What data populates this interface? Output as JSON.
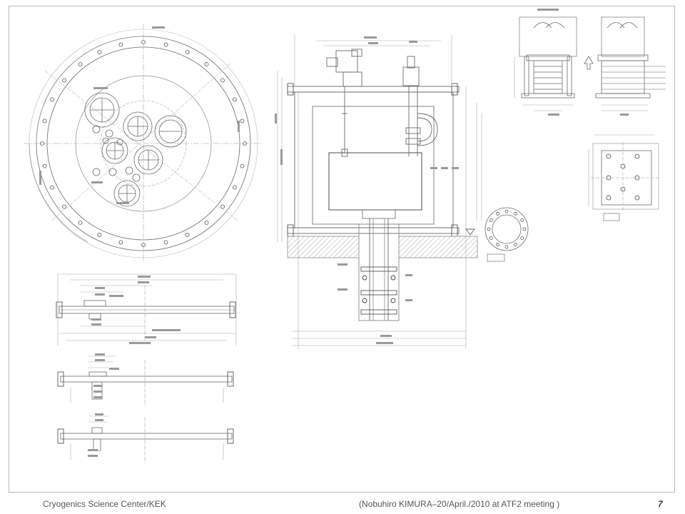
{
  "footer": {
    "organization": "Cryogenics Science Center/KEK",
    "credit": "(Nobuhiro KIMURA–20/April./2010 at ATF2 meeting )",
    "page_number": "7"
  },
  "drawing": {
    "views": [
      "top-view-flange",
      "cryostat-cross-section",
      "flange-section-1",
      "flange-section-2",
      "flange-section-3",
      "support-detail-elevation",
      "support-detail-plan",
      "ring-flange-detail"
    ],
    "line_color": "#6a6a6a",
    "hatch_color": "#9a9a9a"
  }
}
